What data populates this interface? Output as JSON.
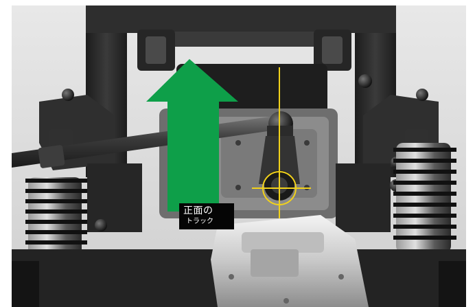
{
  "illustration": {
    "subject": "rc-crawler-chassis-front",
    "arrow_color": "#0e9f49",
    "marker_color": "#f2d21b",
    "caption_line1": "正面の",
    "caption_line2": "トラック"
  }
}
